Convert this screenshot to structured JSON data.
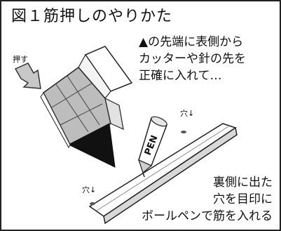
{
  "title": "図１筋押しのやりかた",
  "annotations": {
    "tip_instruction": [
      "▲の先端に表側から",
      "カッターや針の先を",
      "正確に入れて…"
    ],
    "push_label": "押す",
    "hole_top": "穴↓",
    "hole_bottom": "穴↓",
    "back_instruction": [
      "裏側に出た",
      "穴を目印に",
      "ボールペンで筋を入れる"
    ],
    "pen_label": "PEN"
  }
}
